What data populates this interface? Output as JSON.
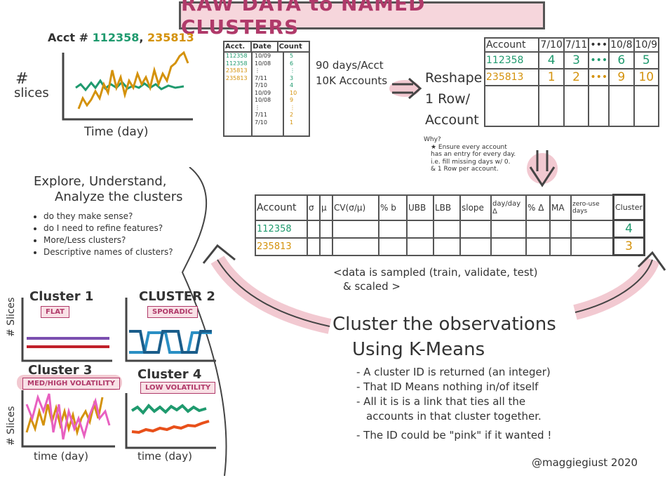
{
  "title": "RAW DATA to NAMED CLUSTERS",
  "accounts_header": {
    "prefix": "Acct #",
    "acct1": "112358",
    "sep": ",",
    "acct2": "235813"
  },
  "left_chart": {
    "ylabel_hash": "#",
    "ylabel": "slices",
    "xlabel": "Time (day)"
  },
  "raw_table": {
    "headers": [
      "Acct.",
      "Date",
      "Count"
    ],
    "rows": [
      [
        "112358",
        "10/09",
        "5"
      ],
      [
        "",
        "10/08",
        "6"
      ],
      [
        "",
        "⋮",
        "⋮"
      ],
      [
        "",
        "7/11",
        "3"
      ],
      [
        "112358",
        "7/10",
        "4"
      ],
      [
        "235813",
        "10/09",
        "10"
      ],
      [
        "",
        "10/08",
        "9"
      ],
      [
        "",
        "⋮",
        "⋮"
      ],
      [
        "",
        "7/11",
        "2"
      ],
      [
        "235813",
        "7/10",
        "1"
      ]
    ]
  },
  "raw_note": {
    "line1": "90 days/Acct",
    "line2": "10K Accounts"
  },
  "reshape": {
    "line1": "Reshape",
    "line2": "1 Row/",
    "line3": "Account"
  },
  "wide_table": {
    "headers": [
      "Account",
      "7/10",
      "7/11",
      "•••",
      "10/8",
      "10/9"
    ],
    "rows": [
      [
        "112358",
        "4",
        "3",
        "•••",
        "6",
        "5"
      ],
      [
        "235813",
        "1",
        "2",
        "•••",
        "9",
        "10"
      ]
    ]
  },
  "why_note": {
    "title": "Why?",
    "line1": "★ Ensure every account",
    "line2": "has an entry for every day.",
    "line3": "i.e. fill missing days w/ 0.",
    "line4": "& 1 Row per account."
  },
  "feature_table": {
    "headers": [
      "Account",
      "σ",
      "μ",
      "CV(σ/μ)",
      "% b",
      "UBB",
      "LBB",
      "slope",
      "day/day Δ",
      "% Δ",
      "MA",
      "zero-use days",
      "Cluster"
    ],
    "rows": [
      {
        "account": "112358",
        "cluster": "4"
      },
      {
        "account": "235813",
        "cluster": "3"
      }
    ]
  },
  "sample_note": {
    "line1": "<data is sampled (train, validate, test)",
    "line2": "& scaled >"
  },
  "explore": {
    "title1": "Explore, Understand,",
    "title2": "Analyze the clusters",
    "bullets": [
      "do they make sense?",
      "do I need to refine features?",
      "More/Less clusters?",
      "Descriptive names of clusters?"
    ]
  },
  "clusters": [
    {
      "title": "Cluster 1",
      "tag": "FLAT"
    },
    {
      "title": "CLUSTER 2",
      "tag": "SPORADIC"
    },
    {
      "title": "Cluster 3",
      "tag": "MED/HIGH VOLATILITY"
    },
    {
      "title": "Cluster 4",
      "tag": "LOW VOLATILITY"
    }
  ],
  "cluster_axes": {
    "ylabel": "# Slices",
    "xlabel": "time (day)"
  },
  "kmeans": {
    "line1": "Cluster the observations",
    "line2": "Using K-Means"
  },
  "kmeans_notes": [
    "- A cluster ID is returned (an integer)",
    "- That ID Means nothing in/of itself",
    "- All it is is a link that ties all the",
    "  accounts in that cluster together.",
    "- The ID could be \"pink\" if it wanted !"
  ],
  "signature": "@maggiegiust 2020",
  "colors": {
    "teal": "#1f9a6e",
    "gold": "#d4920c",
    "pink": "#f2c9d1",
    "purple": "#7b4fb0",
    "red": "#c0202a",
    "blue": "#2a8fc4",
    "magenta": "#e860c0",
    "orange": "#e8501a"
  }
}
